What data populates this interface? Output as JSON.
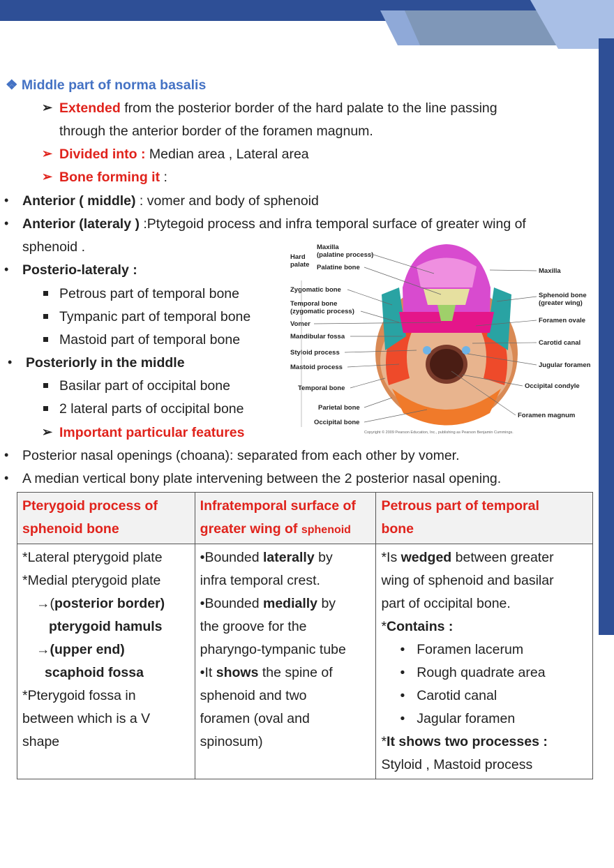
{
  "heading": "Middle part of norma basalis",
  "extended": {
    "label": "Extended",
    "text1": " from the posterior border of the hard palate to the line passing",
    "text2": "through the anterior border of the foramen magnum."
  },
  "divided": {
    "label": "Divided into : ",
    "text": "Median area , Lateral area"
  },
  "bone_forming": {
    "label": "Bone forming it",
    "text": " :"
  },
  "anterior_middle": {
    "label": "Anterior ( middle)",
    "text": " : vomer and body of sphenoid"
  },
  "anterior_lateral": {
    "label": "Anterior (lateraly )",
    "text1": " :Ptytegoid process and infra temporal surface of greater wing of",
    "text2": "sphenoid ."
  },
  "posterio_lateraly": {
    "label": "Posterio-lateraly :",
    "items": [
      "Petrous part of temporal bone",
      "Tympanic part of temporal bone",
      "Mastoid part of temporal bone"
    ]
  },
  "posteriorly_middle": {
    "label": "Posteriorly in the middle",
    "items": [
      "Basilar part of occipital bone",
      "2 lateral parts of occipital bone"
    ]
  },
  "important": "Important particular features",
  "features": [
    "Posterior nasal openings (choana): separated from each other by vomer.",
    "A median vertical bony plate intervening between the 2 posterior nasal opening."
  ],
  "figure": {
    "left_labels": [
      "Hard palate",
      "Maxilla (palatine process)",
      "Palatine bone",
      "Zygomatic bone",
      "Temporal bone (zygomatic process)",
      "Vomer",
      "Mandibular fossa",
      "Styloid process",
      "Mastoid process",
      "Temporal bone",
      "Parietal bone",
      "Occipital bone"
    ],
    "right_labels": [
      "Maxilla",
      "Sphenoid bone (greater wing)",
      "Foramen ovale",
      "Carotid canal",
      "Jugular foramen",
      "Occipital condyle",
      "Foramen magnum"
    ],
    "copyright": "Copyright © 2009 Pearson Education, Inc., publishing as Pearson Benjamin Cummings."
  },
  "table": {
    "headers": [
      [
        "Pterygoid process of",
        "sphenoid bone"
      ],
      [
        "Infratemporal surface of",
        "greater wing of ",
        "sphenoid"
      ],
      [
        "Petrous part of temporal",
        "bone"
      ]
    ],
    "col1": {
      "l1": "*Lateral pterygoid plate",
      "l2": "*Medial pterygoid plate",
      "l3a": "→(",
      "l3b": "posterior  border)",
      "l4": "pterygoid    hamuls",
      "l5": "→(upper end)",
      "l6": "scaphoid fossa",
      "l7": "*Pterygoid fossa in",
      "l8": "between which is a V",
      "l9": "shape"
    },
    "col2": {
      "l1a": "•Bounded ",
      "l1b": "laterally",
      "l1c": " by",
      "l2": "infra temporal crest.",
      "l3a": "•Bounded ",
      "l3b": "medially",
      "l3c": "  by",
      "l4": "the groove for the",
      "l5": "pharyngo-tympanic tube",
      "l6a": "•It ",
      "l6b": "shows",
      "l6c": " the spine of",
      "l7": "sphenoid and two",
      "l8": "foramen (oval and",
      "l9": "spinosum)"
    },
    "col3": {
      "l1a": "*Is ",
      "l1b": "wedged",
      "l1c": " between greater",
      "l2": "wing of sphenoid and basilar",
      "l3": "part of occipital bone.",
      "l4a": "*",
      "l4b": "Contains :",
      "items": [
        "Foramen lacerum",
        "Rough quadrate area",
        "Carotid canal",
        "Jagular foramen"
      ],
      "l9a": "*",
      "l9b": "It shows two processes :",
      "l10": "Styloid , Mastoid process"
    }
  },
  "colors": {
    "banner_dark": "#2e4f96",
    "banner_light": "#8fa9d8",
    "heading_blue": "#4472c4",
    "red": "#e0231c"
  }
}
